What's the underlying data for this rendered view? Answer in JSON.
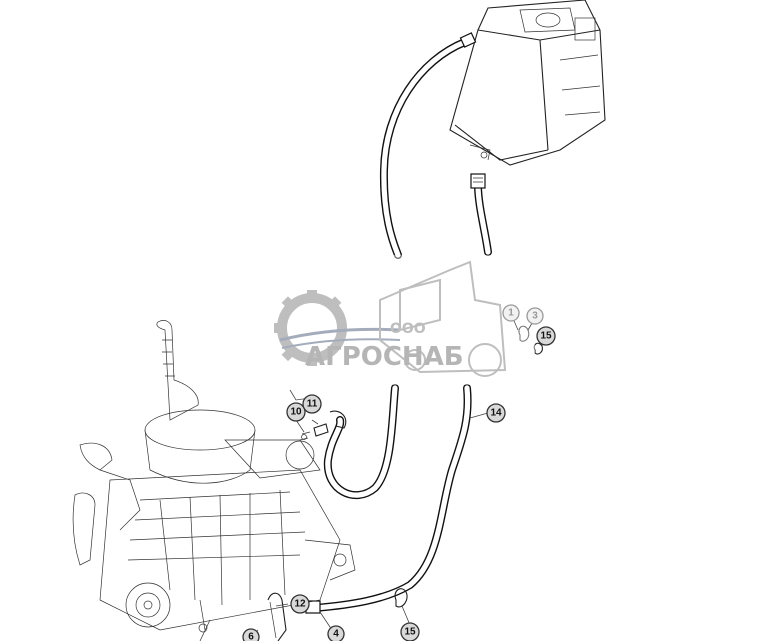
{
  "callouts": [
    {
      "label": "1"
    },
    {
      "label": "3"
    },
    {
      "label": "15"
    },
    {
      "label": "14"
    },
    {
      "label": "10"
    },
    {
      "label": "11"
    },
    {
      "label": "12"
    },
    {
      "label": "6"
    },
    {
      "label": "4"
    },
    {
      "label": "15"
    }
  ],
  "watermark": {
    "prefix": "ООО",
    "name": "АГРОСНАБ",
    "colors": {
      "gray": "#8a8a8a",
      "blue": "#5a6a86"
    }
  },
  "colors": {
    "line": "#222222",
    "callout_fill": "#d9d9d9"
  }
}
